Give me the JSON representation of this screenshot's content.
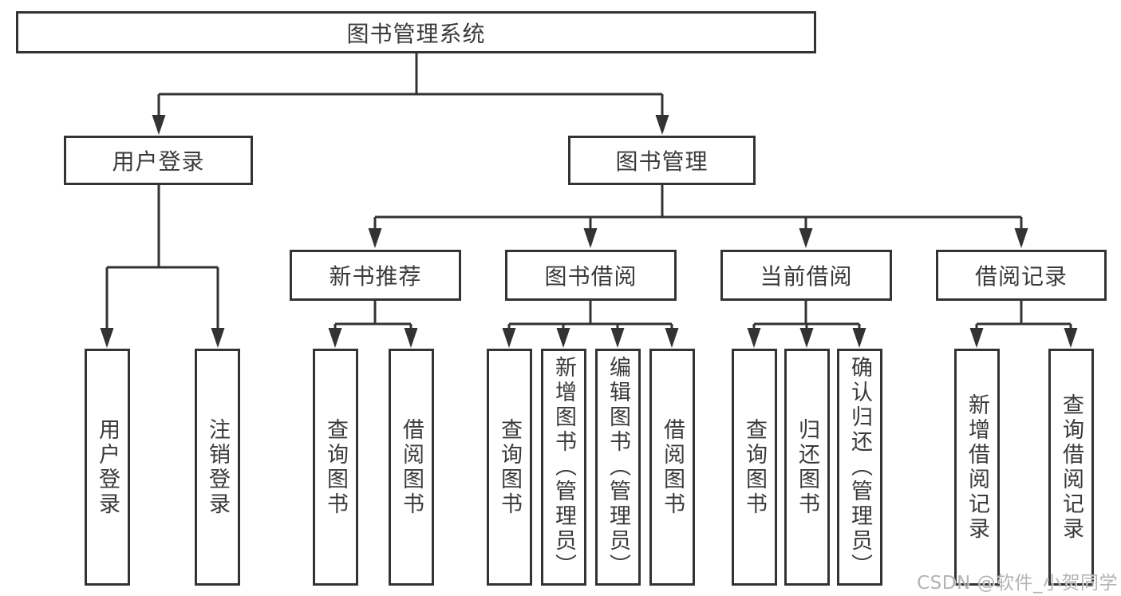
{
  "colors": {
    "line": "#333333",
    "text": "#3a3a3a",
    "background": "#ffffff",
    "watermark": "#aeaeae"
  },
  "watermark": "CSDN @软件_小贺同学",
  "nodes": {
    "root": {
      "label": "图书管理系统"
    },
    "l2": [
      {
        "label": "用户登录"
      },
      {
        "label": "图书管理"
      }
    ],
    "l3": [
      {
        "label": "新书推荐"
      },
      {
        "label": "图书借阅"
      },
      {
        "label": "当前借阅"
      },
      {
        "label": "借阅记录"
      }
    ],
    "leaves": [
      {
        "label": "用户登录"
      },
      {
        "label": "注销登录"
      },
      {
        "label": "查询图书"
      },
      {
        "label": "借阅图书"
      },
      {
        "label": "查询图书"
      },
      {
        "label": "新增图书（管理员）"
      },
      {
        "label": "编辑图书（管理员）"
      },
      {
        "label": "借阅图书"
      },
      {
        "label": "查询图书"
      },
      {
        "label": "归还图书"
      },
      {
        "label": "确认归还（管理员）"
      },
      {
        "label": "新增借阅记录"
      },
      {
        "label": "查询借阅记录"
      }
    ]
  },
  "tree": {
    "图书管理系统": {
      "用户登录": [
        "用户登录",
        "注销登录"
      ],
      "图书管理": {
        "新书推荐": [
          "查询图书",
          "借阅图书"
        ],
        "图书借阅": [
          "查询图书",
          "新增图书（管理员）",
          "编辑图书（管理员）",
          "借阅图书"
        ],
        "当前借阅": [
          "查询图书",
          "归还图书",
          "确认归还（管理员）"
        ],
        "借阅记录": [
          "新增借阅记录",
          "查询借阅记录"
        ]
      }
    }
  }
}
